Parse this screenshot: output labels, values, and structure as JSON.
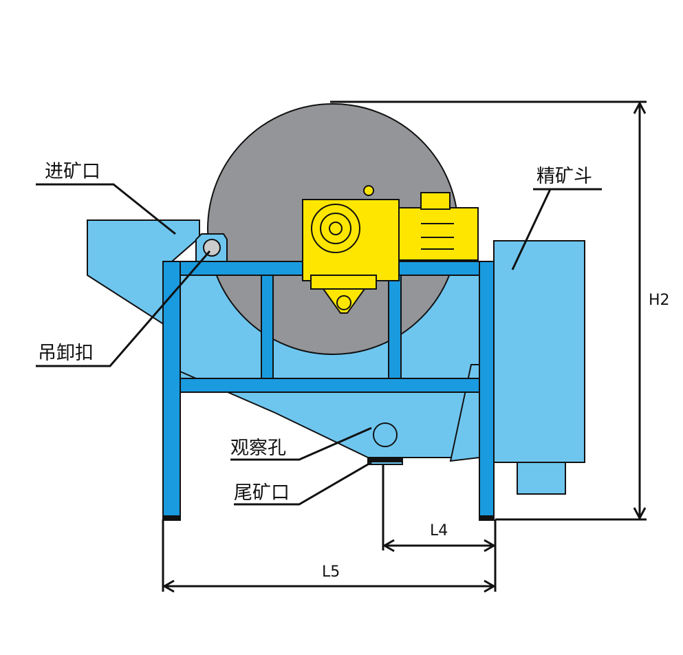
{
  "labels": {
    "feed_inlet": "进矿口",
    "lifting_lug": "吊卸扣",
    "concentrate_hopper": "精矿斗",
    "observation_hole": "观察孔",
    "tailings_outlet": "尾矿口"
  },
  "dimensions": {
    "h2": "H2",
    "l4": "L4",
    "l5": "L5"
  },
  "colors": {
    "tank": "#6ec6ef",
    "frame": "#1a9be0",
    "drum": "#939598",
    "motor": "#ffe600"
  }
}
